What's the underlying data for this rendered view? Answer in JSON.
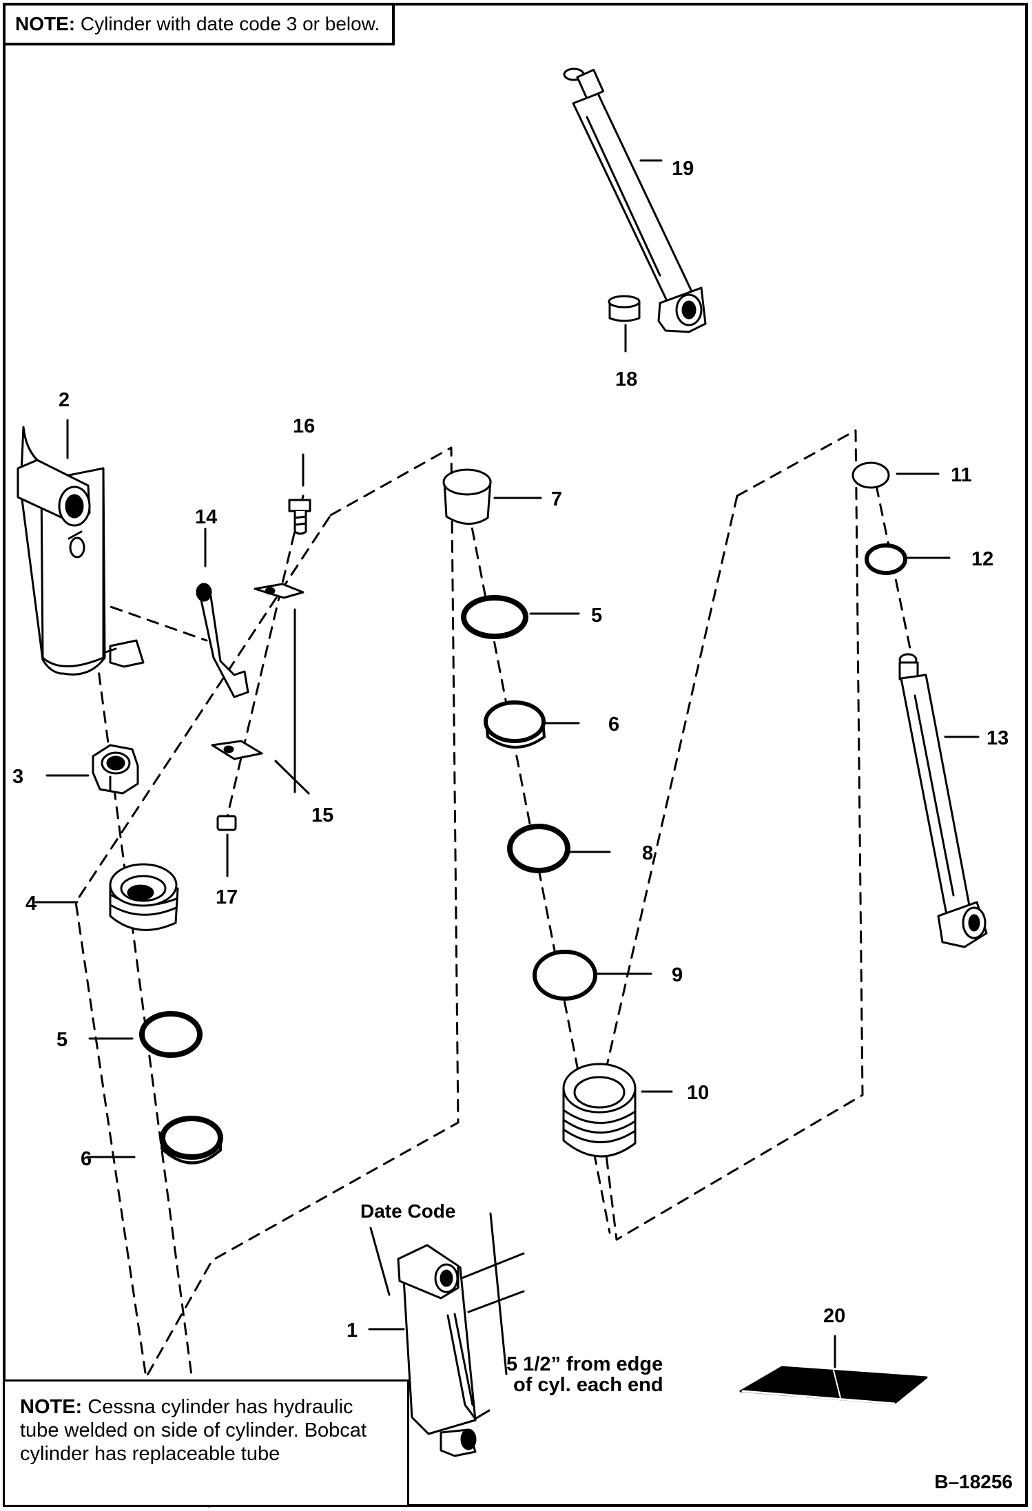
{
  "note_top": {
    "label": "NOTE:",
    "text": " Cylinder with date code 3 or below."
  },
  "note_bottom": {
    "label": "NOTE:",
    "text": " Cessna cylinder has hydraulic tube welded on side of cylinder. Bobcat cylinder has replaceable tube"
  },
  "callouts": {
    "c1": "1",
    "c2": "2",
    "c3": "3",
    "c4": "4",
    "c5a": "5",
    "c5b": "5",
    "c6a": "6",
    "c6b": "6",
    "c7": "7",
    "c8": "8",
    "c9": "9",
    "c10": "10",
    "c11": "11",
    "c12": "12",
    "c13": "13",
    "c14": "14",
    "c15": "15",
    "c16": "16",
    "c17": "17",
    "c18": "18",
    "c19": "19",
    "c20": "20"
  },
  "annotations": {
    "date_code": "Date Code",
    "distance_line1": "5 1/2” from edge",
    "distance_line2": "of cyl. each end"
  },
  "drawing_ref": "B–18256"
}
